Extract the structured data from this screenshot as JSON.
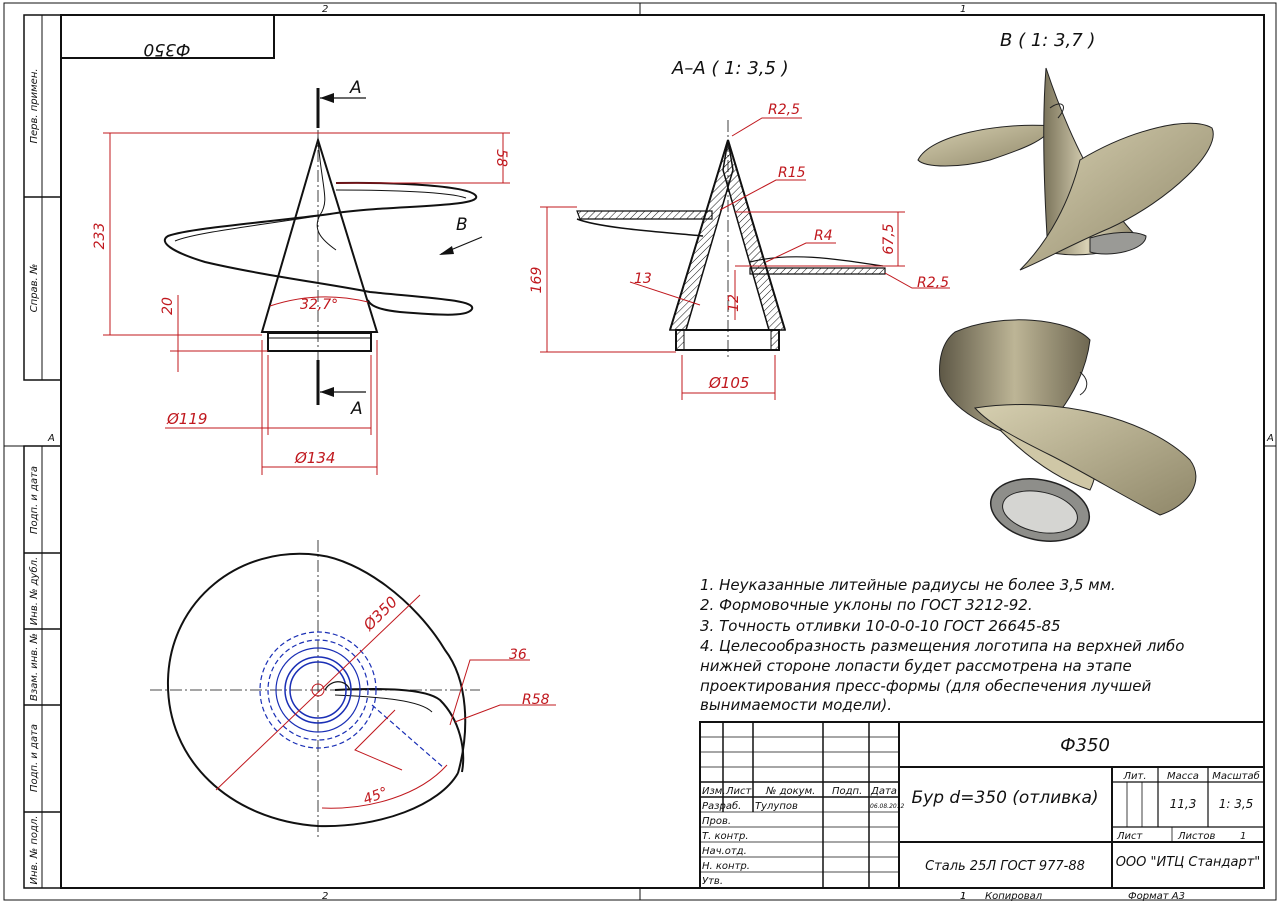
{
  "sheet": {
    "zone_top_left": "2",
    "zone_top_right": "1",
    "zone_bottom_left": "2",
    "zone_bottom_right": "1",
    "zone_side_left": "A",
    "zone_side_right": "A",
    "mirror_stamp": "Ф350"
  },
  "side_strip": {
    "perv_primen": "Перв. примен.",
    "sprav_no": "Справ. №",
    "podp_data_1": "Подп. и дата",
    "inv_dubl": "Инв. № дубл.",
    "vzam_inv": "Взам. инв. №",
    "podp_data_2": "Подп. и дата",
    "inv_podl": "Инв. № подл."
  },
  "views": {
    "section_mark": "A",
    "section_mark_bottom": "A",
    "view_mark": "B",
    "section_title": "A–A ( 1: 3,5 )",
    "view_b_title": "B ( 1: 3,7 )"
  },
  "dimensions": {
    "d233": "233",
    "d58": "58",
    "d20": "20",
    "angle": "32,7°",
    "dia119": "Ø119",
    "dia134": "Ø134",
    "r25a": "R2,5",
    "r15": "R15",
    "r4": "R4",
    "d675": "67,5",
    "r25b": "R2,5",
    "d169": "169",
    "d13": "13",
    "d12": "12",
    "dia105": "Ø105",
    "dia350": "Ø350",
    "d36": "36",
    "r58": "R58",
    "ang45": "45°"
  },
  "notes": [
    "1. Неуказанные литейные радиусы не более 3,5 мм.",
    "2. Формовочные уклоны по ГОСТ 3212-92.",
    "3. Точность отливки 10-0-0-10 ГОСТ 26645-85",
    "4. Целесообразность размещения логотипа на верхней либо",
    "нижней стороне лопасти будет рассмотрена на этапе",
    "проектирования пресс-формы (для обеспечения лучшей",
    "вынимаемости модели)."
  ],
  "title_block": {
    "designation": "Ф350",
    "name": "Бур d=350 (отливка)",
    "material": "Сталь 25Л ГОСТ 977-88",
    "company": "ООО \"ИТЦ Стандарт\"",
    "hdr_lit": "Лит.",
    "hdr_massa": "Масса",
    "hdr_masshtab": "Масштаб",
    "massa": "11,3",
    "masshtab": "1: 3,5",
    "list": "Лист",
    "listov": "Листов",
    "listov_val": "1",
    "col_izm": "Изм.",
    "col_list": "Лист",
    "col_docum": "№ докум.",
    "col_podp": "Подп.",
    "col_data": "Дата",
    "razrab": "Разраб.",
    "razrab_name": "Тулупов",
    "razrab_date": "06.08.2012",
    "prov": "Пров.",
    "t_kontr": "Т. контр.",
    "nach_otd": "Нач.отд.",
    "n_kontr": "Н. контр.",
    "utv": "Утв.",
    "kopiroval": "Копировал",
    "format": "Формат А3",
    "sheet_no": "1"
  },
  "colors": {
    "dimension": "#c0181e",
    "hidden": "#1a2fb5",
    "metal": "#b6ad8e",
    "line": "#111111"
  }
}
